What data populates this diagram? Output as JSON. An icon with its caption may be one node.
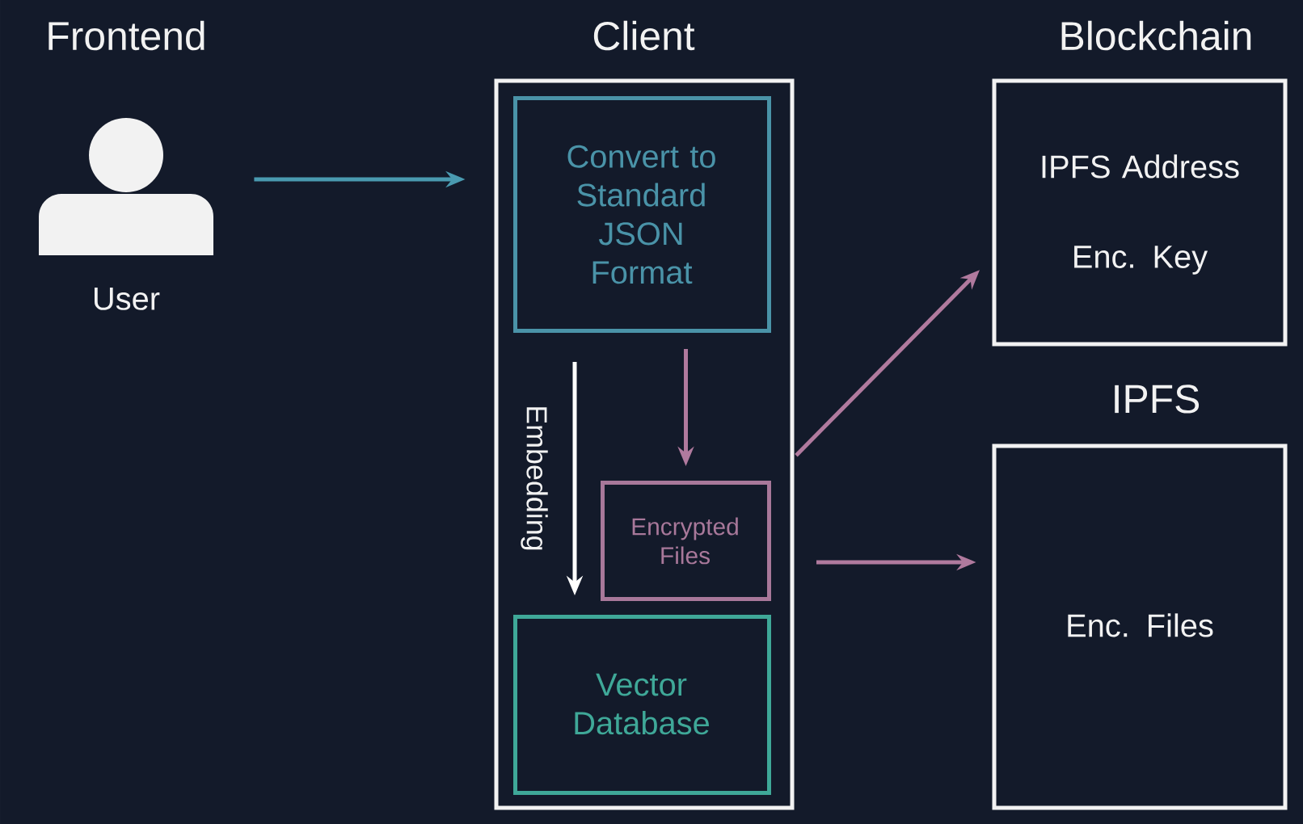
{
  "diagram": {
    "nodes": [
      {
        "text": [],
        "shape": "person",
        "beside": [
          "User"
        ]
      },
      {
        "text": [
          "Client"
        ]
      },
      {
        "text": [
          "Convert to Standard JSON Format"
        ],
        "in": 1
      },
      {
        "text": [
          "Encrypted Files"
        ],
        "in": 1
      },
      {
        "text": [
          "Vector Database"
        ],
        "in": 1
      },
      {
        "text": [
          "Blockchain",
          "IPFS Address",
          "Enc. Key"
        ]
      },
      {
        "text": [
          "IPFS",
          "Enc. Files"
        ]
      }
    ],
    "edges": [
      {
        "from": 0,
        "to": 1,
        "arrow": "to",
        "color": "#4a9ab0"
      },
      {
        "from": 2,
        "to": 3,
        "arrow": "to"
      },
      {
        "from": 2,
        "to": 4,
        "arrow": "to",
        "label": "Embedding",
        "color": "#ffffff"
      },
      {
        "from": 3,
        "to": 5,
        "arrow": "to"
      },
      {
        "from": 3,
        "to": 6,
        "arrow": "to"
      }
    ],
    "labels": [
      "Frontend"
    ]
  }
}
